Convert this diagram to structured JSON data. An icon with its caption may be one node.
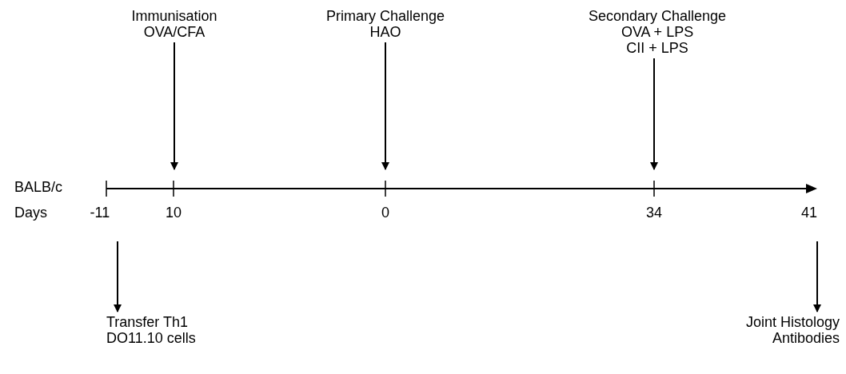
{
  "diagram": {
    "nodes": [
      {
        "text": [
          "Immunisation",
          "OVA/CFA"
        ]
      },
      {
        "text": [
          "Primary Challenge",
          "HAO"
        ]
      },
      {
        "text": [
          "Secondary Challenge",
          "OVA + LPS",
          "CII + LPS"
        ]
      },
      {
        "text": [
          "Transfer Th1",
          "DO11.10 cells"
        ]
      },
      {
        "text": [
          "Joint Histology",
          "Antibodies"
        ]
      }
    ],
    "edges": [
      {
        "from": 0,
        "to": null,
        "arrow": "to"
      },
      {
        "from": 1,
        "to": null,
        "arrow": "to"
      },
      {
        "from": 2,
        "to": null,
        "arrow": "to"
      },
      {
        "from": null,
        "to": 3,
        "arrow": "to"
      },
      {
        "from": null,
        "to": 4,
        "arrow": "to"
      }
    ],
    "labels": [
      "BALB/c",
      "Days",
      "-11",
      "10",
      "0",
      "34",
      "41"
    ]
  }
}
